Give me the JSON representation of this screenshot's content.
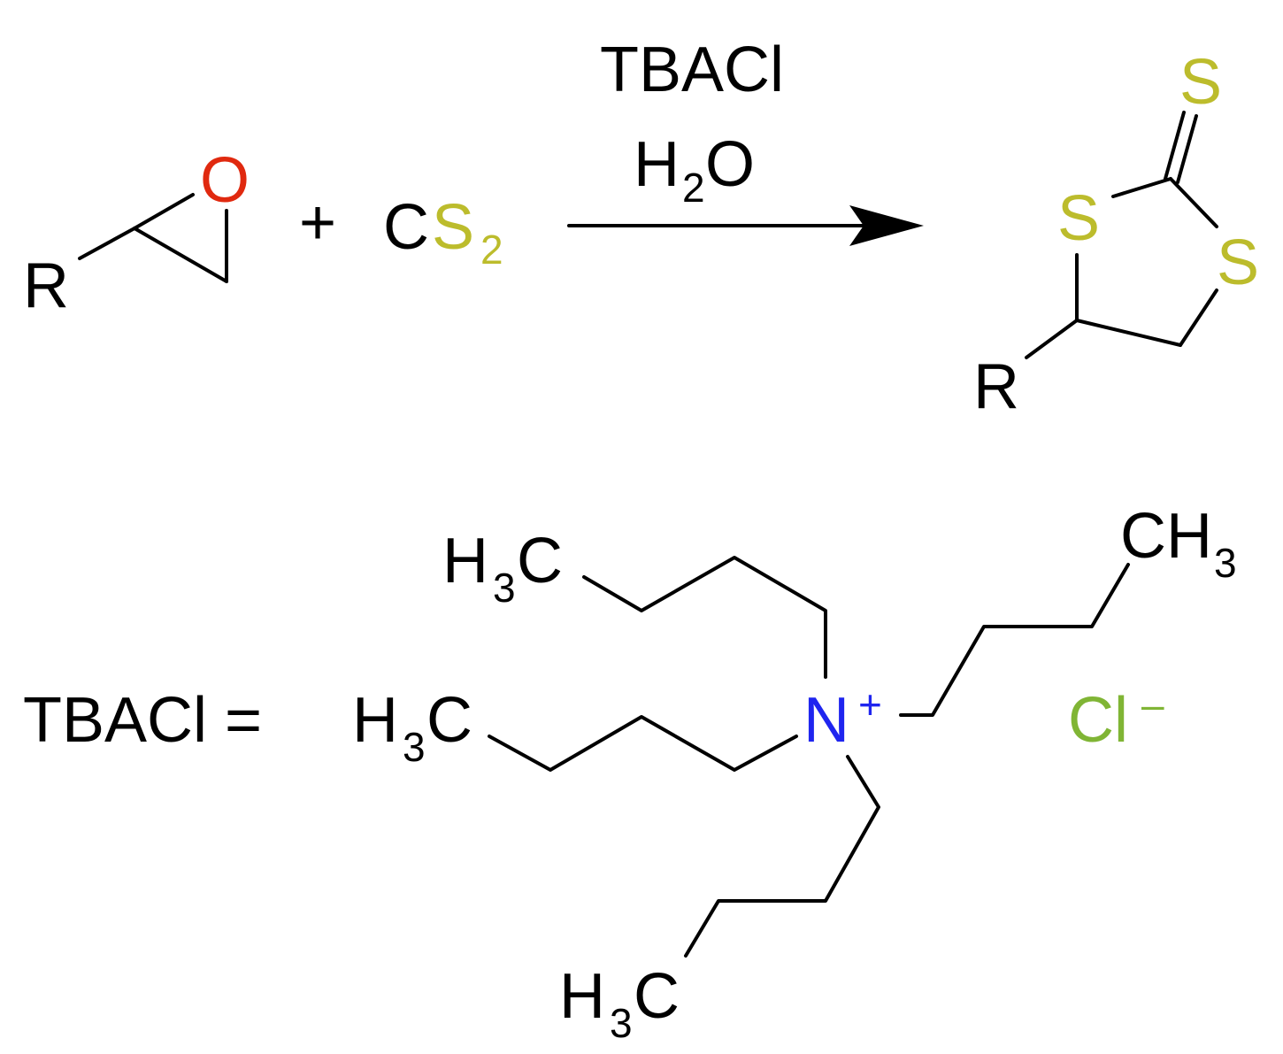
{
  "colors": {
    "black": "#000000",
    "oxygen": "#e0290f",
    "sulfur": "#bcbc2c",
    "nitrogen": "#1f25ef",
    "chlorine": "#80b535"
  },
  "reaction": {
    "reactant1": {
      "r_label": "R",
      "oxygen_label": "O"
    },
    "plus_sign": "+",
    "reactant2": {
      "c_label": "C",
      "s_label": "S",
      "s_subscript": "2"
    },
    "conditions": {
      "line1": "TBACl",
      "line2_h": "H",
      "line2_sub": "2",
      "line2_o": "O"
    },
    "product": {
      "r_label": "R",
      "thione_s": "S",
      "ring_s_left": "S",
      "ring_s_right": "S"
    }
  },
  "tbacl": {
    "label": "TBACl =",
    "h3c_h": "H",
    "h3c_sub": "3",
    "h3c_c": "C",
    "ch3_ch": "CH",
    "ch3_sub": "3",
    "nitrogen": "N",
    "charge_plus": "+",
    "chloride": "Cl",
    "charge_minus": "–"
  }
}
